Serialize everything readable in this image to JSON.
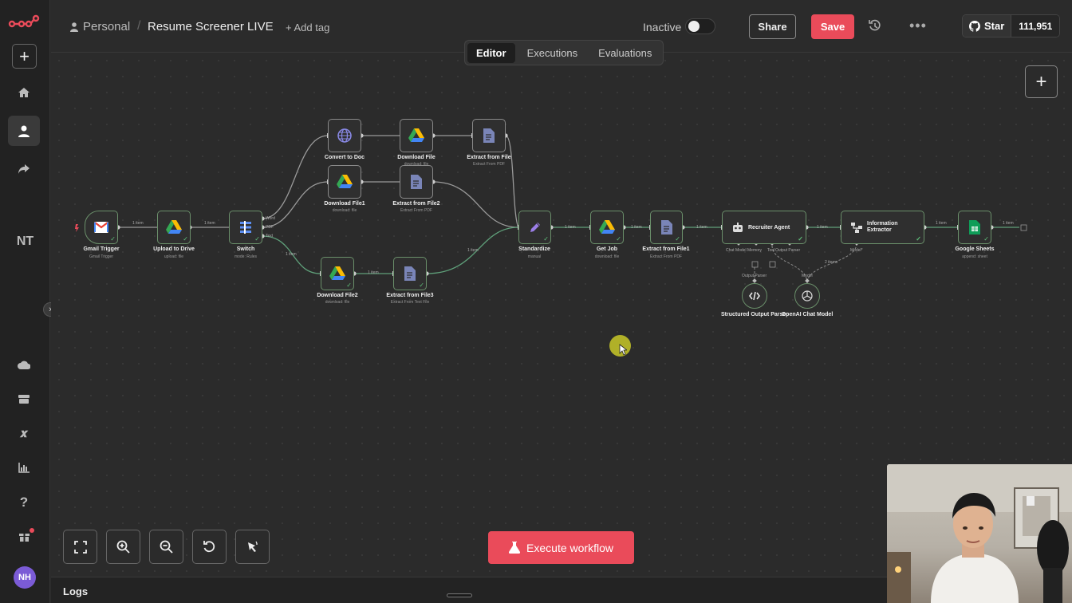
{
  "header": {
    "project": "Personal",
    "workflow_name": "Resume Screener LIVE",
    "add_tag": "+ Add tag",
    "status_label": "Inactive",
    "share": "Share",
    "save": "Save",
    "github_star": "Star",
    "github_count": "111,951"
  },
  "tabs": [
    "Editor",
    "Executions",
    "Evaluations"
  ],
  "sidebar": {
    "initials": "NT",
    "avatar": "NH"
  },
  "nodes": {
    "gmail": {
      "label": "Gmail Trigger",
      "sub": "Gmail Trigger"
    },
    "upload": {
      "label": "Upload to Drive",
      "sub": "upload: file"
    },
    "switch": {
      "label": "Switch",
      "sub": "mode: Rules"
    },
    "convert": {
      "label": "Convert to Doc",
      "sub": ""
    },
    "download": {
      "label": "Download File",
      "sub": "download: file"
    },
    "extract": {
      "label": "Extract from File",
      "sub": "Extract From PDF"
    },
    "download1": {
      "label": "Download File1",
      "sub": "download: file"
    },
    "extract2": {
      "label": "Extract from File2",
      "sub": "Extract From PDF"
    },
    "download2": {
      "label": "Download File2",
      "sub": "download: file"
    },
    "extract3": {
      "label": "Extract from File3",
      "sub": "Extract From Text File"
    },
    "standardize": {
      "label": "Standardize",
      "sub": "manual"
    },
    "getjob": {
      "label": "Get Job",
      "sub": "download: file"
    },
    "extract1": {
      "label": "Extract from File1",
      "sub": "Extract From PDF"
    },
    "recruiter": {
      "label": "Recruiter Agent"
    },
    "info": {
      "label": "Information Extractor"
    },
    "sheets": {
      "label": "Google Sheets",
      "sub": "append: sheet"
    },
    "parser": {
      "label": "Structured Output Parser"
    },
    "openai": {
      "label": "OpenAI Chat Model"
    }
  },
  "edge_labels": {
    "one_item": "1 item",
    "two_items": "2 items",
    "switch_out": [
      "Word",
      "PDF",
      "Text"
    ],
    "agent_ports": [
      "Chat Model",
      "Memory",
      "Tool",
      "Output Parser"
    ],
    "info_port": "Model*",
    "parser_port": "Output Parser",
    "openai_port": "Model"
  },
  "controls": {
    "execute": "Execute workflow",
    "icons": [
      "fit-view-icon",
      "zoom-in-icon",
      "zoom-out-icon",
      "reset-zoom-icon",
      "tidy-up-icon"
    ]
  },
  "logs": {
    "label": "Logs"
  },
  "colors": {
    "accent": "#ea4b5a",
    "success": "#5fc07a"
  }
}
